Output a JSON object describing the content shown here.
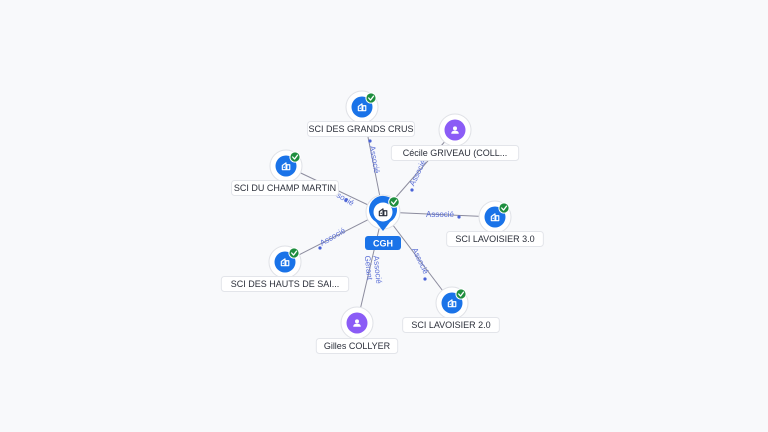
{
  "center": {
    "label": "CGH",
    "icon": "building-icon",
    "verified": true
  },
  "nodes": [
    {
      "id": "sci-grands-crus",
      "label": "SCI DES GRANDS CRUS",
      "type": "company",
      "icon": "building-icon",
      "verified": true
    },
    {
      "id": "cecile-griveau",
      "label": "Cécile GRIVEAU (COLL...",
      "type": "person",
      "icon": "person-icon",
      "verified": false
    },
    {
      "id": "sci-champ-martin",
      "label": "SCI DU CHAMP MARTIN",
      "type": "company",
      "icon": "building-icon",
      "verified": true
    },
    {
      "id": "sci-lavoisier-3",
      "label": "SCI LAVOISIER 3.0",
      "type": "company",
      "icon": "building-icon",
      "verified": true
    },
    {
      "id": "sci-hauts-sai",
      "label": "SCI DES HAUTS DE SAI...",
      "type": "company",
      "icon": "building-icon",
      "verified": true
    },
    {
      "id": "sci-lavoisier-2",
      "label": "SCI LAVOISIER 2.0",
      "type": "company",
      "icon": "building-icon",
      "verified": true
    },
    {
      "id": "gilles-collyer",
      "label": "Gilles COLLYER",
      "type": "person",
      "icon": "person-icon",
      "verified": false
    }
  ],
  "edges": [
    {
      "to": "sci-grands-crus",
      "labels": [
        "Associé"
      ]
    },
    {
      "to": "cecile-griveau",
      "labels": [
        "Associé"
      ]
    },
    {
      "to": "sci-champ-martin",
      "labels": [
        "Associé"
      ]
    },
    {
      "to": "sci-lavoisier-3",
      "labels": [
        "Associé"
      ]
    },
    {
      "to": "sci-hauts-sai",
      "labels": [
        "Associé"
      ]
    },
    {
      "to": "sci-lavoisier-2",
      "labels": [
        "Associé"
      ]
    },
    {
      "to": "gilles-collyer",
      "labels": [
        "Gérant",
        "Associé"
      ]
    }
  ],
  "colors": {
    "company": "#1a73e8",
    "person": "#8b5cf6",
    "verified": "#1e8e3e",
    "edge": "#8c8c9e",
    "edge_label": "#5b6fd6",
    "background": "#f8f9fb"
  }
}
